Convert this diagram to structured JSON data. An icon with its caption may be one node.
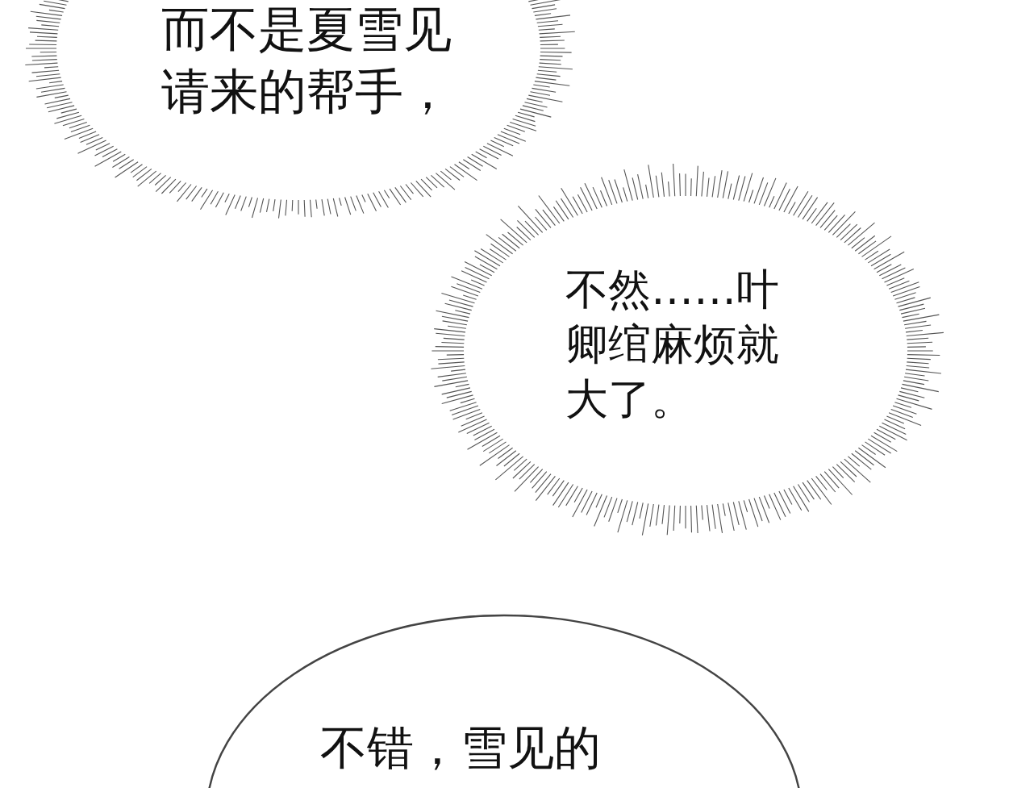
{
  "diagram": {
    "nodes": [
      {
        "text": [
          "而不是夏雪见请来的帮手，"
        ]
      },
      {
        "text": [
          "不然……叶卿绾麻烦就大了。"
        ]
      },
      {
        "text": [
          "不错，雪见的"
        ]
      }
    ]
  }
}
